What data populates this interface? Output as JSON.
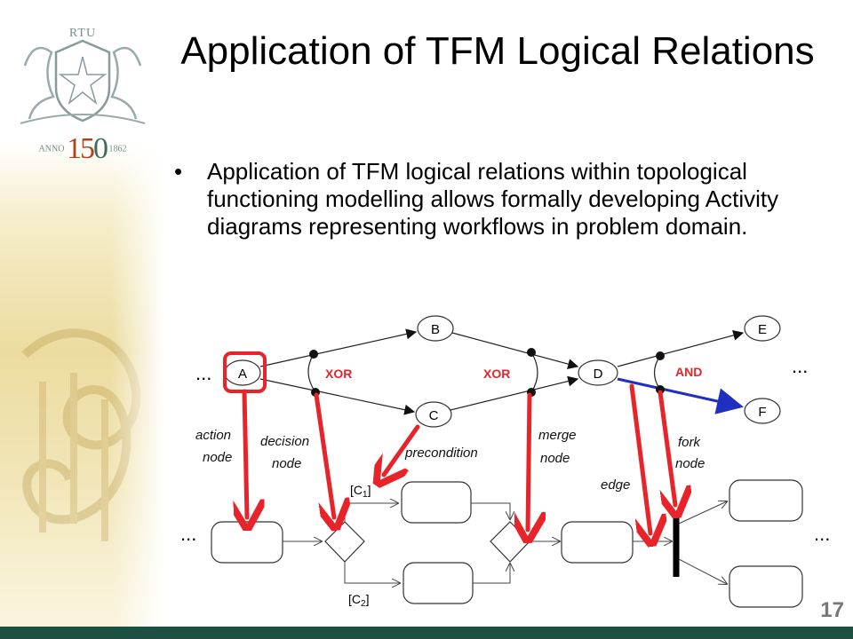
{
  "title": "Application of TFM Logical Relations",
  "bullet": {
    "marker": "•",
    "text": "Application of TFM logical relations within topological functioning modelling allows formally developing Activity diagrams representing workflows in problem domain."
  },
  "logo": {
    "name": "RTU",
    "anno": "ANNO",
    "number_1": "15",
    "number_2": "0",
    "year": "1862"
  },
  "diagram": {
    "nodes": [
      "A",
      "B",
      "C",
      "D",
      "E",
      "F"
    ],
    "relations": [
      "XOR",
      "XOR",
      "AND"
    ],
    "ellipsis": "...",
    "labels": {
      "action_node_1": "action",
      "action_node_2": "node",
      "decision_node_1": "decision",
      "decision_node_2": "node",
      "precondition": "precondition",
      "merge_node_1": "merge",
      "merge_node_2": "node",
      "fork_node_1": "fork",
      "fork_node_2": "node",
      "edge": "edge",
      "c1": "[C",
      "c1_sub": "1",
      "c2": "[C",
      "c2_sub": "2",
      "bracket_close": "]"
    },
    "colors": {
      "highlight": "#e8232a",
      "relation_text": "#e8232a",
      "blue_edge": "#1f2fbf"
    }
  },
  "page_number": "17"
}
